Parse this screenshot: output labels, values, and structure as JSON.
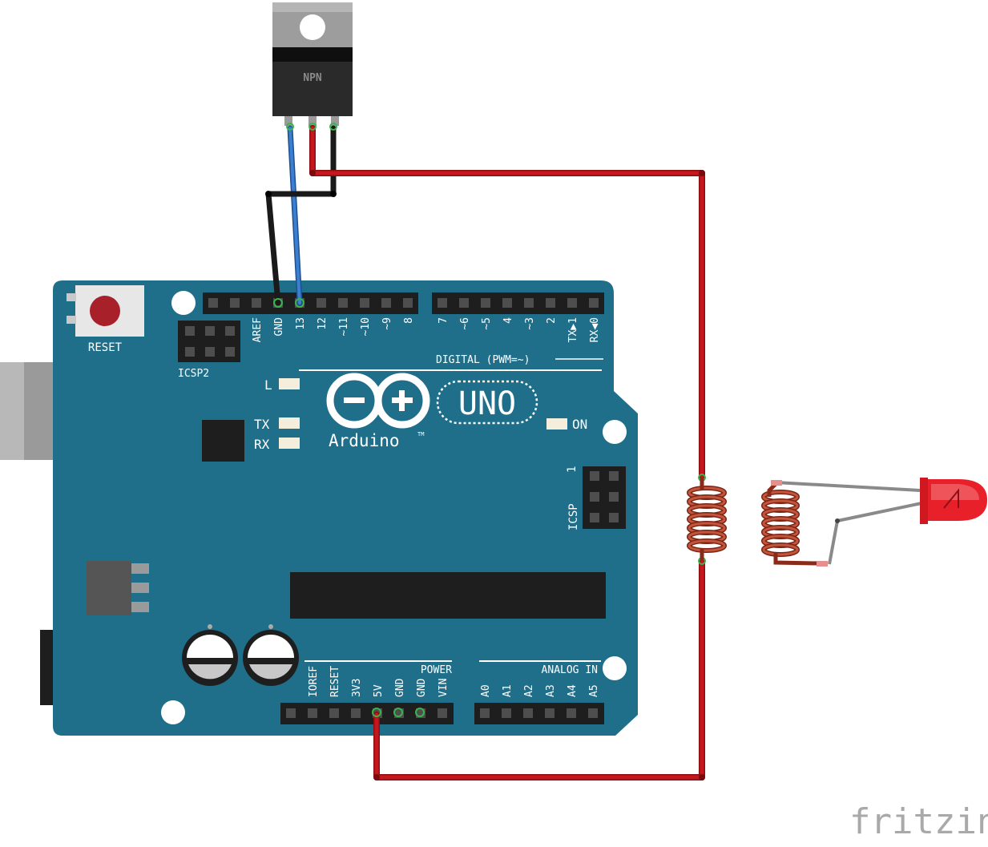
{
  "transistor": {
    "label": "NPN"
  },
  "board": {
    "reset_label": "RESET",
    "icsp2_label": "ICSP2",
    "icsp_label": "ICSP",
    "icsp_pin1": "1",
    "digital_label": "DIGITAL (PWM=~)",
    "brand": "Arduino",
    "tm": "TM",
    "model": "UNO",
    "led_l": "L",
    "led_tx": "TX",
    "led_rx": "RX",
    "led_on": "ON",
    "power_label": "POWER",
    "analog_label": "ANALOG IN",
    "digital_pins_left": [
      "AREF",
      "GND",
      "13",
      "12",
      "~11",
      "~10",
      "~9",
      "8"
    ],
    "digital_pins_right": [
      "7",
      "~6",
      "~5",
      "4",
      "~3",
      "2",
      "TX▶1",
      "RX◀0"
    ],
    "power_pins": [
      "IOREF",
      "RESET",
      "3V3",
      "5V",
      "GND",
      "GND",
      "VIN"
    ],
    "analog_pins": [
      "A0",
      "A1",
      "A2",
      "A3",
      "A4",
      "A5"
    ]
  },
  "watermark": "fritzing",
  "colors": {
    "board": "#1f6f8b",
    "wire_red": "#c6161e",
    "wire_black": "#1a1a1a",
    "wire_blue": "#3a7fd0",
    "coil": "#b5432d",
    "led": "#e8202a"
  }
}
